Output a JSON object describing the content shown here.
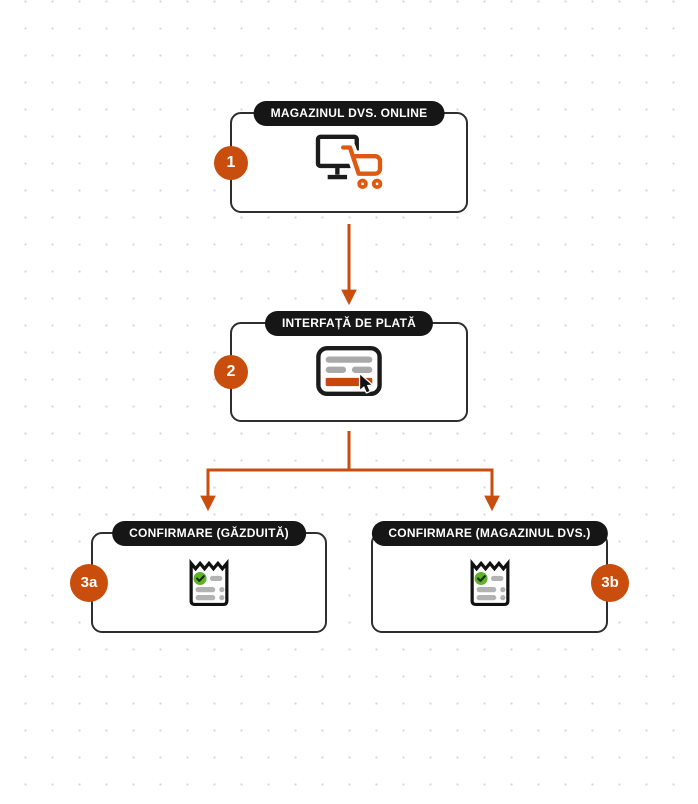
{
  "diagram_title": "payment-flow-diagram",
  "colors": {
    "accent_orange": "#C94D0C",
    "cart_orange": "#DD5A10",
    "pill_black": "#161616",
    "box_border": "#2E2E2E",
    "icon_gray": "#A9A9A9",
    "check_green": "#5FB32B",
    "dot_grid": "#D9D9D9",
    "background": "#FFFFFF"
  },
  "nodes": [
    {
      "label": "MAGAZINUL DVS. ONLINE",
      "badge": "1",
      "icon": "monitor-shopping-cart-icon"
    },
    {
      "label": "INTERFAȚĂ DE PLATĂ",
      "badge": "2",
      "icon": "payment-form-cursor-icon"
    },
    {
      "label": "CONFIRMARE (GĂZDUITĂ)",
      "badge": "3a",
      "icon": "receipt-check-icon"
    },
    {
      "label": "CONFIRMARE (MAGAZINUL DVS.)",
      "badge": "3b",
      "icon": "receipt-check-icon"
    }
  ],
  "flow": {
    "edges": [
      "store -> payment",
      "payment -> confirm-hosted",
      "payment -> confirm-merchant"
    ]
  }
}
